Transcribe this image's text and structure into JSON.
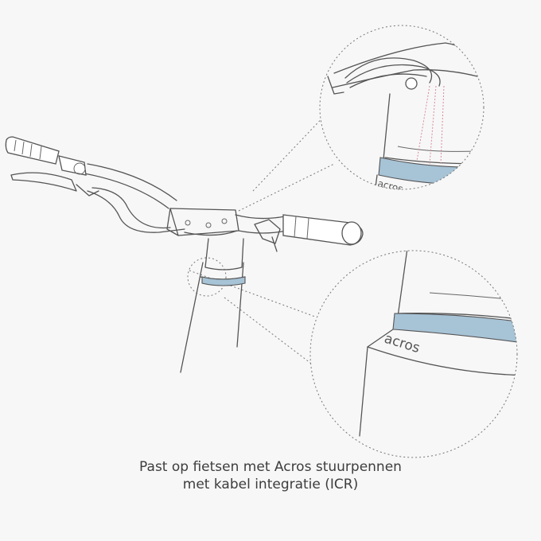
{
  "diagram": {
    "brand_mark": "acros",
    "ring_color": "#a7c3d6",
    "line_color": "#555555"
  },
  "caption": {
    "line1": "Past op fietsen met Acros stuurpennen",
    "line2": "met kabel integratie (ICR)"
  }
}
